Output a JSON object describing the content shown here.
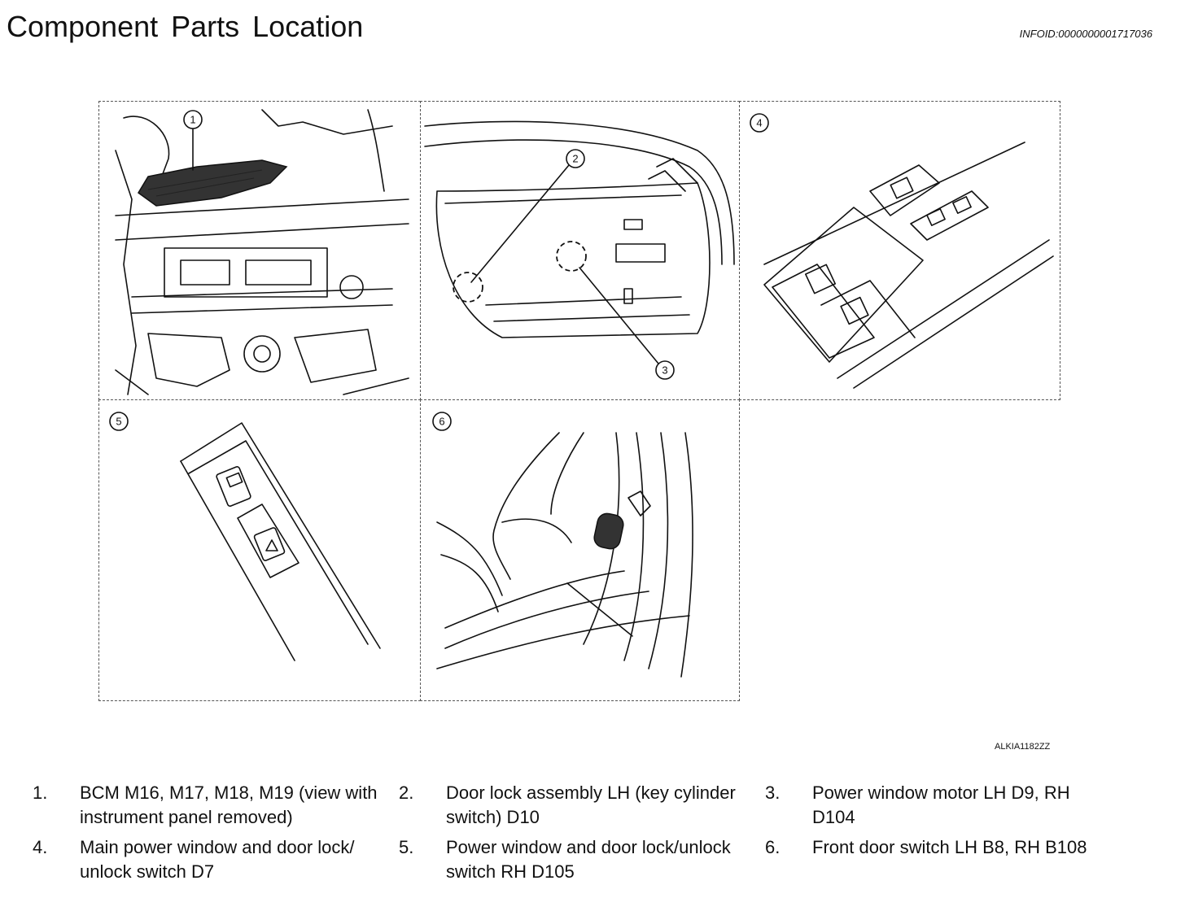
{
  "header": {
    "title": "Component Parts Location",
    "info_id": "INFOID:0000000001717036"
  },
  "figure": {
    "code": "ALKIA1182ZZ",
    "callouts": [
      "1",
      "2",
      "3",
      "4",
      "5",
      "6"
    ]
  },
  "legend": [
    {
      "num": "1.",
      "text": "BCM M16, M17, M18, M19 (view with instrument panel removed)"
    },
    {
      "num": "2.",
      "text": "Door lock assembly LH (key cylinder switch) D10"
    },
    {
      "num": "3.",
      "text": "Power window motor LH D9, RH D104"
    },
    {
      "num": "4.",
      "text": "Main power window and door lock/ unlock switch D7"
    },
    {
      "num": "5.",
      "text": "Power window and door lock/unlock switch RH D105"
    },
    {
      "num": "6.",
      "text": "Front door switch LH B8, RH B108"
    }
  ]
}
